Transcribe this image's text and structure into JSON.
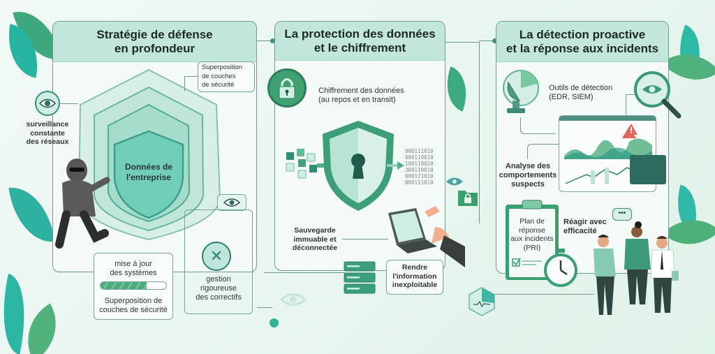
{
  "panels": [
    {
      "id": "defense",
      "title": "Stratégie de défense\nen profondeur",
      "labels": {
        "layers_callout": "Superposition\nde couches\nde sécurité",
        "monitoring": "surveillance\nconstante\ndes réseaux",
        "core_data": "Données de\nl'entreprise",
        "updates": "mise à jour\ndes systèmes",
        "updates_sub": "Superposition de\ncouches de sécurité",
        "patching": "gestion\nrigoureuse\ndes correctifs"
      },
      "progress_percent": 70
    },
    {
      "id": "protection",
      "title": "La protection des données\net le chiffrement",
      "labels": {
        "encryption": "Chiffrement des données\n(au repos et en transit)",
        "backup": "Sauvegarde\nimmuable et\ndéconnectée",
        "unusable": "Rendre\nl'information\ninexploitable"
      },
      "binary_stream": "000111010\n000110010\n100110010\n300110010\n000171010\n000111010"
    },
    {
      "id": "detection",
      "title": "La détection proactive\net la réponse aux incidents",
      "labels": {
        "tools": "Outils de détection\n(EDR, SIEM)",
        "behavior": "Analyse des\ncomportements\nsuspects",
        "plan": "Plan de\nréponse\naux incidents\n(PRI)",
        "react": "Réagir avec\nefficacité"
      },
      "chat_bubble": "•••"
    }
  ],
  "colors": {
    "primary_green": "#3f9a78",
    "teal": "#2bb3a0",
    "header_bg": "#c3e6dc",
    "dark_green": "#2f6f5e",
    "alert_red": "#e0675a",
    "panel_border": "#6f9c91"
  },
  "icons": {
    "eye": "eye-icon",
    "lock": "lock-icon",
    "shield": "shield-icon",
    "keyhole": "keyhole-icon",
    "tools": "wrench-screwdriver-icon",
    "server": "server-icon",
    "laptop": "laptop-icon",
    "radar": "satellite-dish-icon",
    "magnifier": "magnifier-eye-icon",
    "warning": "warning-icon",
    "clipboard": "clipboard-icon",
    "stopwatch": "stopwatch-icon",
    "folder_lock": "folder-lock-icon"
  }
}
